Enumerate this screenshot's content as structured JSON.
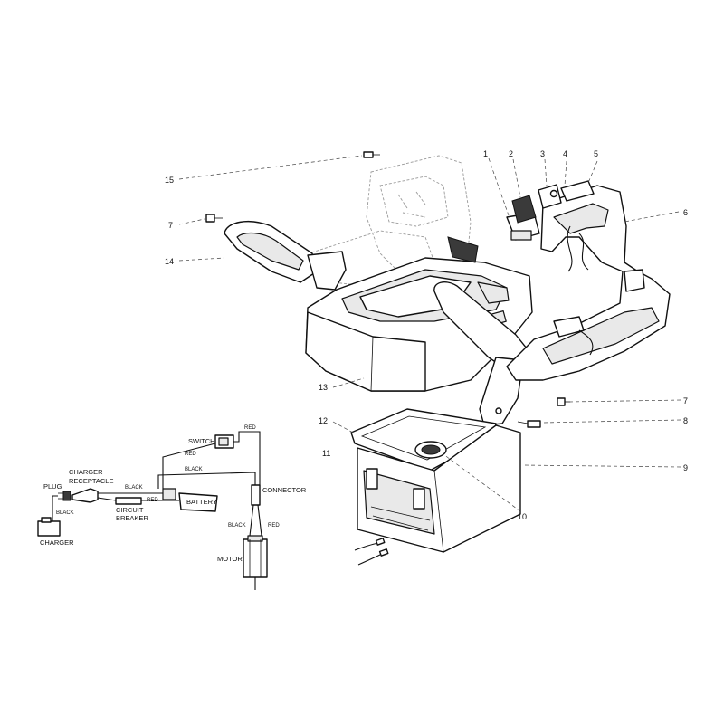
{
  "callouts": {
    "c1": "1",
    "c2": "2",
    "c3": "3",
    "c4": "4",
    "c5": "5",
    "c6": "6",
    "c7a": "7",
    "c7b": "7",
    "c8": "8",
    "c9": "9",
    "c10": "10",
    "c11": "11",
    "c12": "12",
    "c13": "13",
    "c14": "14",
    "c15": "15"
  },
  "wiring": {
    "switch": "SWITCH",
    "red_top": "RED",
    "red_mid": "RED",
    "black_upper": "BLACK",
    "black_left": "BLACK",
    "red_breaker": "RED",
    "charger_receptacle_1": "CHARGER",
    "charger_receptacle_2": "RECEPTACLE",
    "plug": "PLUG",
    "black_plug": "BLACK",
    "charger": "CHARGER",
    "circuit_1": "CIRCUIT",
    "circuit_2": "BREAKER",
    "battery": "BATTERY",
    "connector": "CONNECTOR",
    "black_motor": "BLACK",
    "red_motor": "RED",
    "motor": "MOTOR"
  }
}
